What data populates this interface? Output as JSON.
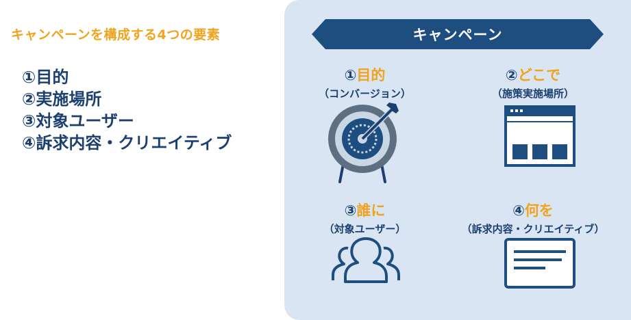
{
  "heading": "キャンペーンを構成する4つの要素",
  "elements": [
    "①目的",
    "②実施場所",
    "③対象ユーザー",
    "④訴求内容・クリエイティブ"
  ],
  "banner": "キャンペーン",
  "cells": [
    {
      "num": "①",
      "title": "目的",
      "sub": "（コンバージョン）",
      "icon": "target-icon"
    },
    {
      "num": "②",
      "title": "どこで",
      "sub": "（施策実施場所）",
      "icon": "browser-window-icon"
    },
    {
      "num": "③",
      "title": "誰に",
      "sub": "（対象ユーザー）",
      "icon": "users-icon"
    },
    {
      "num": "④",
      "title": "何を",
      "sub": "（訴求内容・クリエイティブ）",
      "icon": "document-card-icon"
    }
  ],
  "colors": {
    "accent": "#f0a31e",
    "navy": "#1b4070",
    "panel": "#d9e5f2",
    "banner": "#1e4d80",
    "icon_fill": "#3a5f8e"
  }
}
